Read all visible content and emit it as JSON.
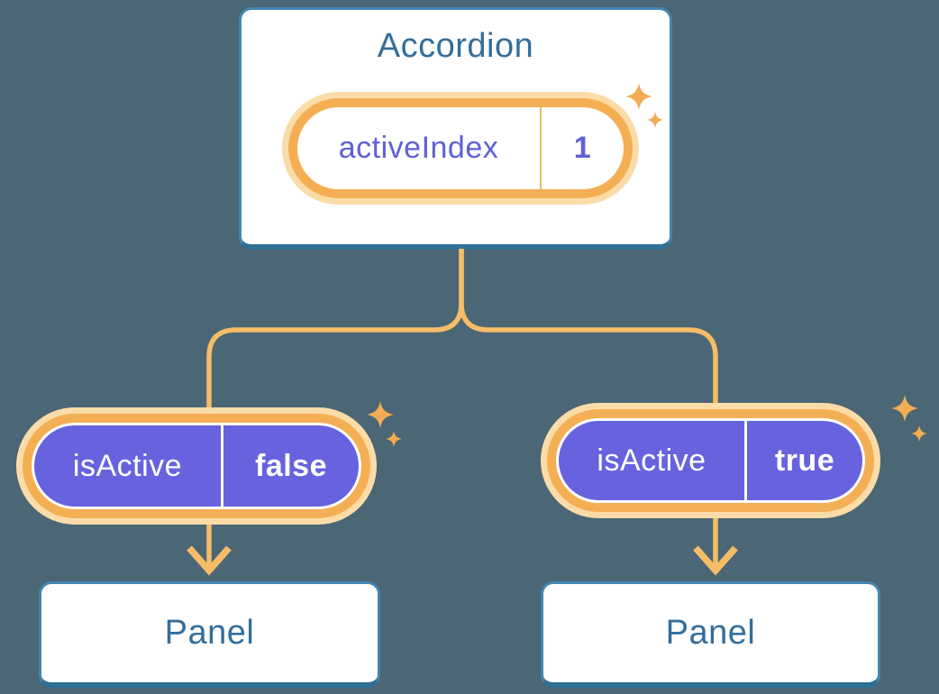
{
  "diagram": {
    "description": "Component tree diagram: Accordion component holding state, passing isActive props to two Panel children",
    "root": {
      "title": "Accordion",
      "state": {
        "label": "activeIndex",
        "value": "1"
      }
    },
    "children": [
      {
        "prop": {
          "label": "isActive",
          "value": "false"
        },
        "panel": {
          "title": "Panel"
        }
      },
      {
        "prop": {
          "label": "isActive",
          "value": "true"
        },
        "panel": {
          "title": "Panel"
        }
      }
    ],
    "colors": {
      "background": "#4B6674",
      "box_fill": "#FFFFFF",
      "box_border": "#4185B2",
      "box_border_bottom": "#2E7096",
      "box_text": "#336E9C",
      "pill_ring_orange": "#F4AF55",
      "pill_glow": "#FBDCA8",
      "pill_purple_fill": "#6763DE",
      "pill_purple_text": "#6060D8",
      "connector_orange": "#F6BC68",
      "sparkle_orange": "#F1AC55"
    }
  }
}
